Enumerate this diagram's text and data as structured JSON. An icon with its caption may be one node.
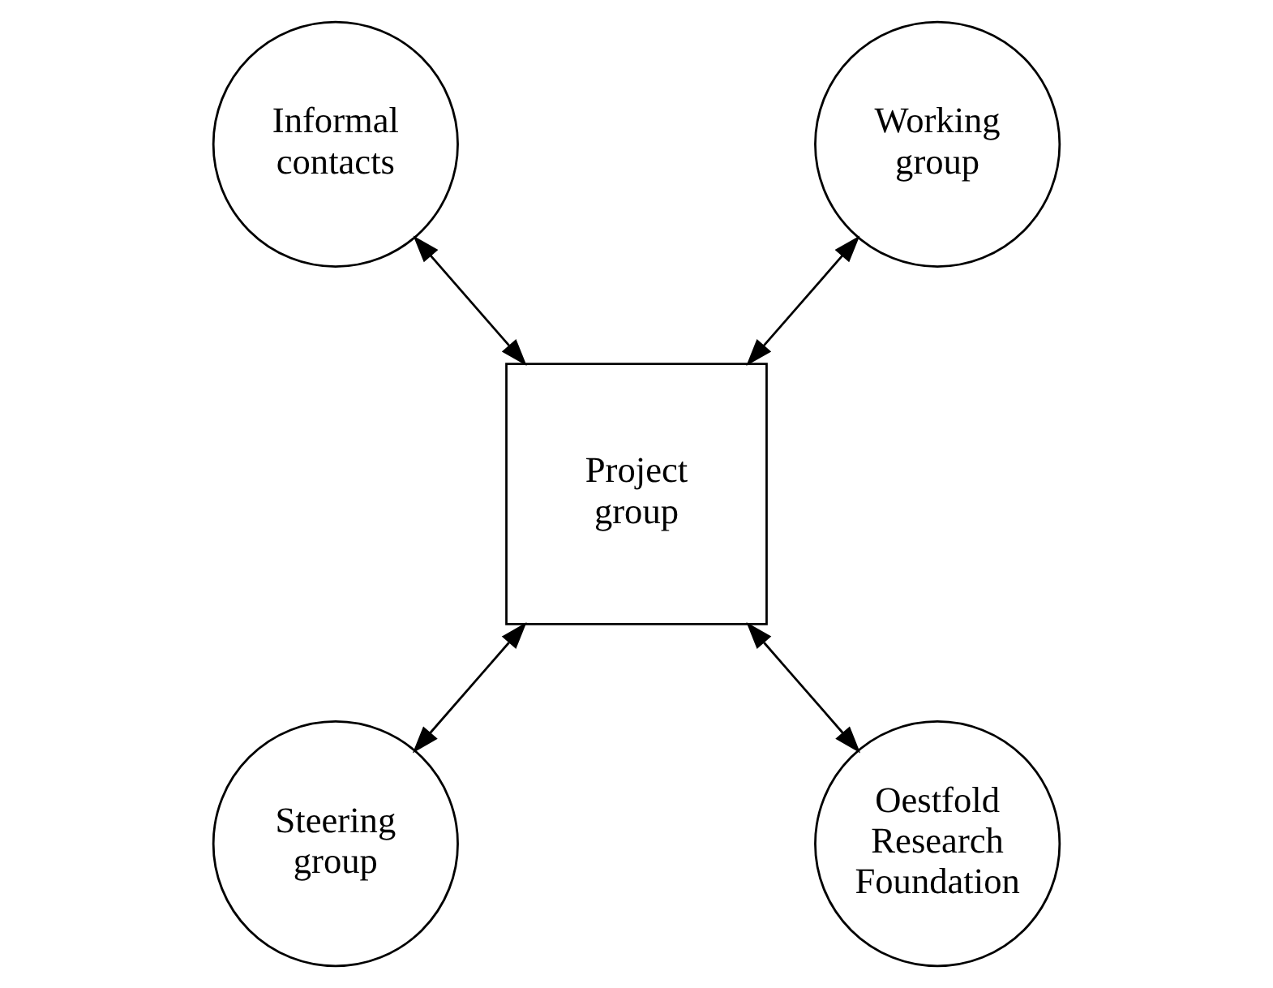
{
  "diagram": {
    "nodes": [
      {
        "text": [
          "Informal contacts"
        ]
      },
      {
        "text": [
          "Working group"
        ]
      },
      {
        "text": [
          "Project group"
        ]
      },
      {
        "text": [
          "Steering group"
        ]
      },
      {
        "text": [
          "Oestfold Research Foundation"
        ]
      }
    ],
    "edges": [
      {
        "from": 0,
        "to": 2,
        "arrow": "both"
      },
      {
        "from": 1,
        "to": 2,
        "arrow": "both"
      },
      {
        "from": 2,
        "to": 3,
        "arrow": "both"
      },
      {
        "from": 2,
        "to": 4,
        "arrow": "both"
      }
    ]
  }
}
